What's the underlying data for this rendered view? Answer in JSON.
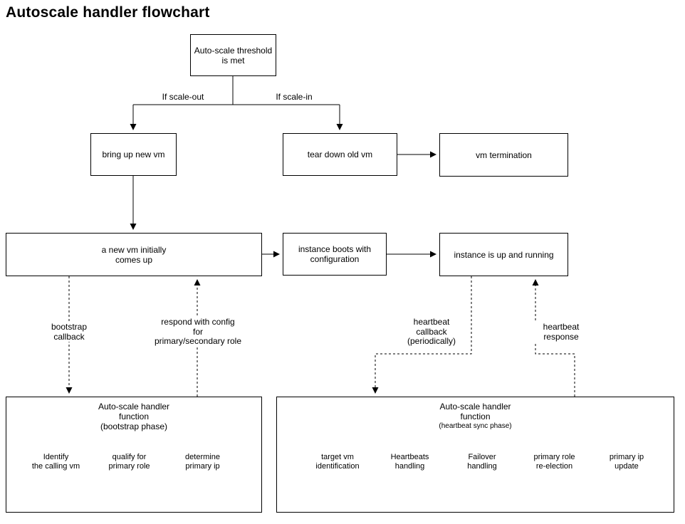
{
  "title": "Autoscale handler flowchart",
  "colors": {
    "line": "#000000",
    "orange_fill": "#fae0c8",
    "orange_stroke": "#d79b00",
    "yellow_fill": "#fff2cc",
    "yellow_stroke": "#d6b656",
    "red_fill": "#f8cecc",
    "red_stroke": "#b85450",
    "green_fill": "#d5e8d4",
    "green_stroke": "#82b366"
  },
  "nodes": {
    "threshold": "Auto-scale threshold\nis met",
    "bring_up": "bring up new vm",
    "tear_down": "tear down old vm",
    "vm_termination": "vm termination",
    "new_vm": "a new vm initially\ncomes up",
    "boots": "instance boots with\nconfiguration",
    "up_running": "instance is up and running"
  },
  "edge_labels": {
    "scale_out": "If scale-out",
    "scale_in": "If scale-in",
    "bootstrap_callback": "bootstrap\ncallback",
    "respond_config": "respond with config\nfor\nprimary/secondary role",
    "heartbeat_callback": "heartbeat\ncallback\n(periodically)",
    "heartbeat_response": "heartbeat\nresponse"
  },
  "bootstrap_box": {
    "title": "Auto-scale handler\nfunction\n(bootstrap phase)",
    "steps": [
      {
        "label": "Identify\nthe calling vm",
        "fill": "#fae0c8",
        "stroke": "#d79b00"
      },
      {
        "label": "qualify for\nprimary role",
        "fill": "#fff2cc",
        "stroke": "#d6b656"
      },
      {
        "label": "determine\nprimary ip",
        "fill": "#d5e8d4",
        "stroke": "#82b366"
      }
    ]
  },
  "heartbeat_box": {
    "title": "Auto-scale handler\nfunction",
    "subtitle": "(heartbeat sync phase)",
    "steps": [
      {
        "label": "target vm\nidentification",
        "fill": "#fae0c8",
        "stroke": "#d79b00"
      },
      {
        "label": "Heartbeats\nhandling",
        "fill": "#fff2cc",
        "stroke": "#d6b656"
      },
      {
        "label": "Failover\nhandling",
        "fill": "#f8cecc",
        "stroke": "#b85450"
      },
      {
        "label": "primary role\nre-election",
        "fill": "#fff2cc",
        "stroke": "#d6b656"
      },
      {
        "label": "primary ip\nupdate",
        "fill": "#d5e8d4",
        "stroke": "#82b366"
      }
    ]
  }
}
